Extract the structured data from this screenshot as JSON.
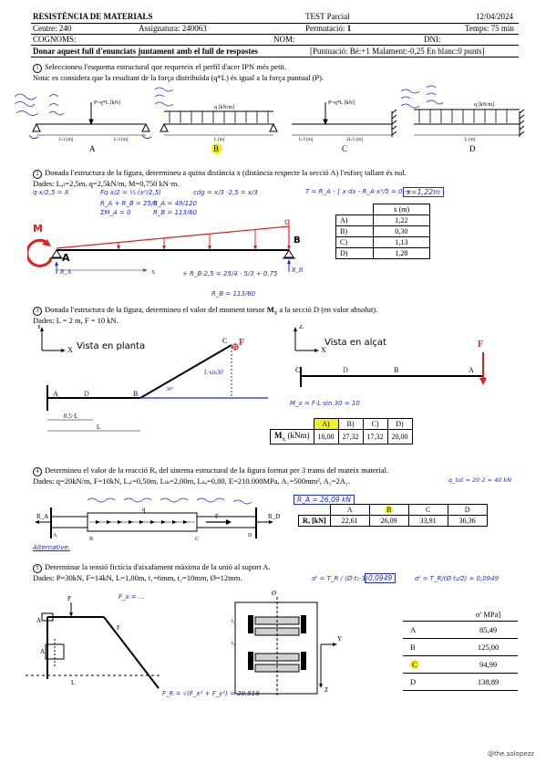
{
  "header": {
    "subject": "RESISTÈNCIA DE MATERIALS",
    "test": "TEST Parcial",
    "date": "12/04/2024",
    "centre": "Centre: 240",
    "assignatura": "Assignatura: 240063",
    "permutacio_label": "Permutació:",
    "permutacio_value": "1",
    "temps": "Temps: 75 min",
    "cognoms": "COGNOMS:",
    "nom": "NOM:",
    "dni": "DNI:",
    "instruction": "Donar aquest full d'enunciats juntament amb el full de respostes",
    "scoring": "[Puntuació:  Bé:+1  Malament:-0,25  En blanc:0   punts]"
  },
  "q1": {
    "number": "1",
    "text": "Seleccioneu l'esquema estructural que requereix el perfil d'acer IPN més petit.",
    "note": "Nota: es considera que la resultant de la força distribuïda (q*L) és igual a la força puntual (P).",
    "options": [
      "A",
      "B",
      "C",
      "D"
    ],
    "labels": {
      "a_force": "P=q*L [kN]",
      "b_load": "q [kN/m]",
      "c_force": "P=q*L [kN]",
      "d_load": "q [kN/m]",
      "a_span1": "L/2 [m]",
      "a_span2": "L/2 [m]",
      "b_span": "L [m]",
      "c_span1": "L/3 [m]",
      "c_span2": "2L/3 [m]",
      "d_span": "L [m]"
    }
  },
  "q2": {
    "number": "2",
    "text": "Donada l'estructura de la figura, determineu a quina distància x (distància respecte la secció A) l'esforç tallant és nul.",
    "data": "Dades: Lₐₗ=2,5m, q=2,5kN/m, M=0,750 kN·m.",
    "col_header": "x (m)",
    "rows": [
      {
        "opt": "A)",
        "val": "1,22"
      },
      {
        "opt": "B)",
        "val": "0,30"
      },
      {
        "opt": "C)",
        "val": "1,13"
      },
      {
        "opt": "D)",
        "val": "1,28"
      }
    ],
    "fig": {
      "M": "M",
      "A": "A",
      "B": "B",
      "q": "q",
      "x": "x",
      "RA": "R_A",
      "RB": "R_B"
    },
    "handwriting": {
      "h1": "q·x/2,5 = X",
      "h2": "Fq·x/2 = ½·(x²/2,5)",
      "h3": "cdg = x/3 ·2,5 = x/3",
      "h4": "R_A + R_B = 25/8",
      "h5": "R_A = 49/120",
      "h6": "R_B = 113/60",
      "h7": "ΣM_A = 0",
      "h8": "T = R_A - ∫ x dx - R_A·x²/5 = 0 →",
      "h9": "x=1,22m",
      "h10": "+ R_B·2,5 = 25/4 · 5/3 + 0,75",
      "h11": "R_B = 113/60"
    }
  },
  "q3": {
    "number": "3",
    "text_pre": "Donada l'estructura de la figura, determineu el valor del moment torsor ",
    "text_bold": "M",
    "text_sub": "x",
    "text_post": " a la secció D (en valor absolut).",
    "data": "Dades: L = 2 m, F = 10 kN.",
    "plan_title": "Vista en planta",
    "elev_title": "Vista en alçat",
    "headers": [
      "A)",
      "B)",
      "C)",
      "D)"
    ],
    "row_label": "M",
    "row_label_sub": "x",
    "row_unit": "(kNm)",
    "values": [
      "10,00",
      "27,32",
      "17,32",
      "20,00"
    ],
    "handwriting": {
      "h1": "M_x = F·L·sin 30 = 10",
      "h2": "L·sin30",
      "h3": "30°"
    },
    "fig": {
      "A": "A",
      "D": "D",
      "B": "B",
      "C": "C",
      "F": "F",
      "X": "X",
      "Y": "Y",
      "Z": "Z",
      "half": "0.5·L",
      "L": "L"
    }
  },
  "q4": {
    "number": "4",
    "text": "Determineu el valor de la reacció Rₐ del sistema estructural de la figura format per 3 trams del mateix material.",
    "data": "Dades: q=20kN/m, F=10kN, Lₐₗ=0,50m, Lₗₖ=2,00m, Lₖₔ=0,80, E=210.000MPa, A₁=500mm², A₂=2A₁.",
    "headers": [
      "A",
      "B",
      "C",
      "D"
    ],
    "row_label": "Rₐ [kN]",
    "values": [
      "22,61",
      "26,09",
      "33,91",
      "36,36"
    ],
    "handwriting": {
      "h1": "q_tot = 20·2 = 40 kN",
      "h2": "R_A = 26,09 kN",
      "h3": "Alternative:",
      "fig_RA": "R_A",
      "fig_RD": "R_D",
      "fig_q": "q",
      "fig_F": "F",
      "fig_A": "A",
      "fig_B": "B",
      "fig_C": "C",
      "fig_D": "D"
    }
  },
  "q5": {
    "number": "5",
    "text": "Determinar la tensió fictícia d'aixafament màxima de la unió al suport A.",
    "data": "Dades: P=30kN, F=14kN, L=1,00m, t₁=6mm, t₂=10mm, Ø=12mm.",
    "col_header": "σ' MPa]",
    "rows": [
      {
        "opt": "A",
        "val": "85,49"
      },
      {
        "opt": "B",
        "val": "125,00"
      },
      {
        "opt": "C",
        "val": "94,99"
      },
      {
        "opt": "D",
        "val": "138,89"
      }
    ],
    "handwriting": {
      "h1": "σ' = T_R / (Ø·t₁·3)",
      "h2": "0,0949",
      "h3": "σ' = T_R/(Ø·t₂/2) = 0,0949",
      "h4": "F_R = √(F_x² + F_y²) = 20,518",
      "h5": "F_x = ...",
      "fig_P": "P",
      "fig_F": "F",
      "fig_A": "A",
      "fig_L": "L",
      "fig_t1": "t₁",
      "fig_t2": "t₂",
      "fig_phi": "Ø",
      "fig_Y": "Y",
      "fig_Z": "Z"
    }
  },
  "footer": {
    "watermark": "@the.solopezz"
  },
  "colors": {
    "ink_blue": "#1a2bd6",
    "red": "#e0201f",
    "highlight": "#f3f021"
  }
}
